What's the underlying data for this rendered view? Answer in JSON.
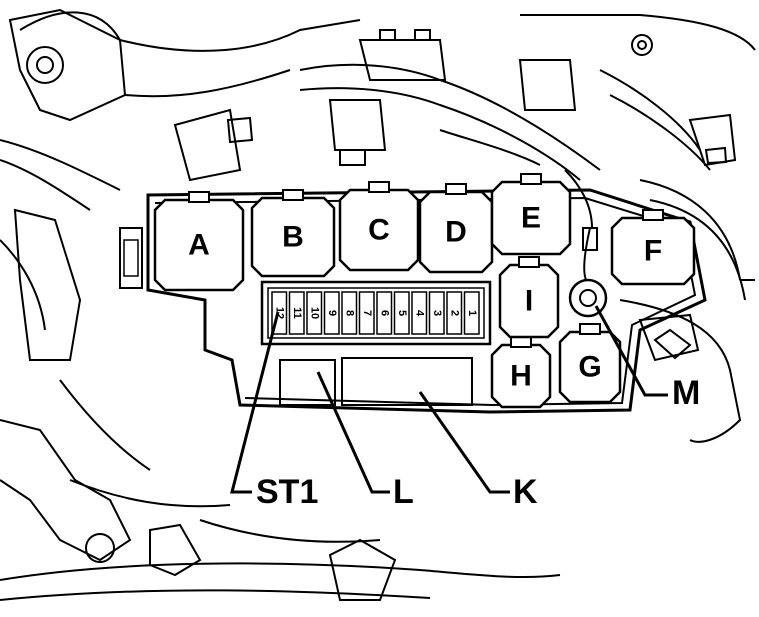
{
  "relays": [
    {
      "id": "A",
      "label": "A"
    },
    {
      "id": "B",
      "label": "B"
    },
    {
      "id": "C",
      "label": "C"
    },
    {
      "id": "D",
      "label": "D"
    },
    {
      "id": "E",
      "label": "E"
    },
    {
      "id": "F",
      "label": "F"
    },
    {
      "id": "G",
      "label": "G"
    },
    {
      "id": "H",
      "label": "H"
    },
    {
      "id": "I",
      "label": "I"
    }
  ],
  "fuses": [
    "1",
    "2",
    "3",
    "4",
    "5",
    "6",
    "7",
    "8",
    "9",
    "10",
    "11",
    "12"
  ],
  "callouts": {
    "st1": "ST1",
    "l": "L",
    "k": "K",
    "m": "M"
  }
}
